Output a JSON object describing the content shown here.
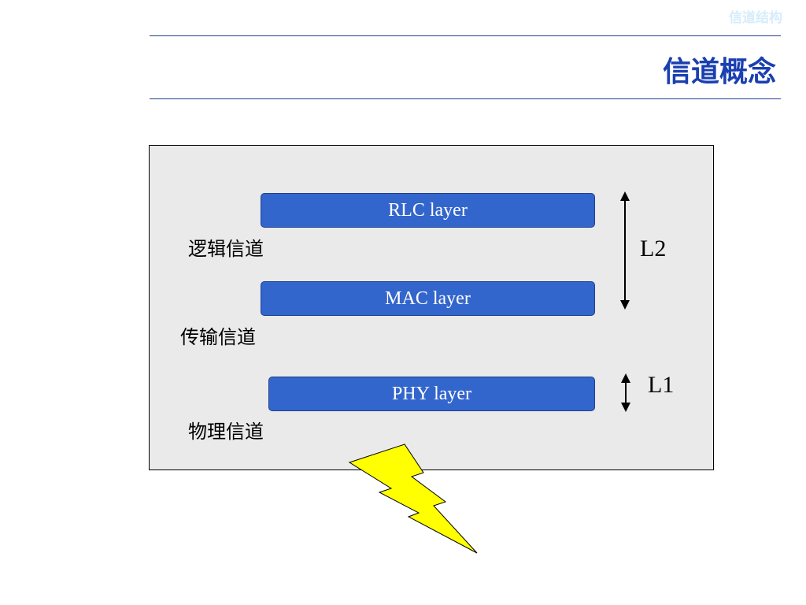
{
  "header": {
    "section_tag": "信道结构",
    "title": "信道概念"
  },
  "diagram": {
    "layers": {
      "rlc": "RLC layer",
      "mac": "MAC layer",
      "phy": "PHY layer"
    },
    "channels": {
      "logical": "逻辑信道",
      "transport": "传输信道",
      "physical": "物理信道"
    },
    "levels": {
      "l2": "L2",
      "l1": "L1"
    }
  },
  "colors": {
    "title": "#1a3fb0",
    "rule": "#1f3f8f",
    "layer_fill": "#3366cc",
    "panel_fill": "#eaeaea",
    "bolt_fill": "#ffff00",
    "header_tag": "#d6ecfb"
  },
  "icons": {
    "bolt": "lightning-bolt-icon",
    "arrow": "double-headed-arrow-icon"
  }
}
